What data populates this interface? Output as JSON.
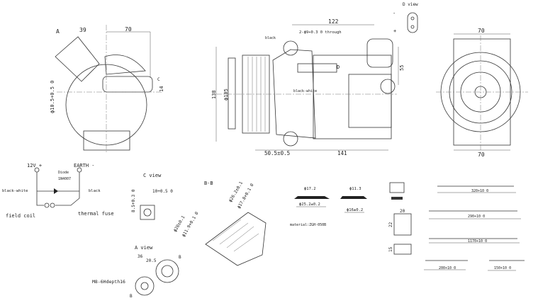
{
  "side_view": {
    "view_arrow": "A",
    "angle": "39",
    "width": "70",
    "height": "14",
    "dimension_c": "C",
    "hole": "ϕ10.5+0.5 0"
  },
  "front_view": {
    "length_top": "122",
    "through_holes": "2-ϕ9+0.3 0 through",
    "wire_black": "black",
    "view_arrow": "D",
    "height_55": "55",
    "height_138": "138",
    "pulley_dia": "ϕ105",
    "wire_black_white": "black-white",
    "offset": "50.5±0.5",
    "length_bottom": "141"
  },
  "d_view": {
    "title": "D view",
    "minus": "-",
    "plus": "+"
  },
  "rear_view": {
    "width_top": "70",
    "width_bottom": "70"
  },
  "circuit": {
    "v12": "12V +",
    "earth": "EARTH -",
    "diode": "Diode",
    "diode_model": "1N4007",
    "black_white": "black-white",
    "black": "black",
    "field_coil": "field coil",
    "thermal_fuse": "thermal fuse"
  },
  "c_view": {
    "title": "C view",
    "width": "10+0.5 0",
    "height": "8.5+0.3 0"
  },
  "section_bb": {
    "title": "B-B",
    "d1": "ϕ26.2±0.1",
    "d2": "ϕ17.8+0.1 0",
    "d3": "ϕ20±0.1",
    "d4": "ϕ11.9+0.1 0"
  },
  "a_view": {
    "title": "A view",
    "d36": "36",
    "d205": "20.5",
    "b_top": "B",
    "b_bottom": "B",
    "thread": "M8-6Hdepth16"
  },
  "seals": {
    "s1_inner": "ϕ17.2",
    "s1_outer": "ϕ25.2±0.2",
    "s2_inner": "ϕ11.3",
    "s2_outer": "ϕ16±0.2",
    "material": "material:ZGH-050B"
  },
  "relay": {
    "width": "20",
    "height": "22",
    "depth": "15"
  },
  "cables": [
    {
      "length": "320+10 0"
    },
    {
      "length": "290+10 0"
    },
    {
      "length": "1170+10 0"
    },
    {
      "length": "200+10 0"
    },
    {
      "length": "150+10 0"
    }
  ]
}
